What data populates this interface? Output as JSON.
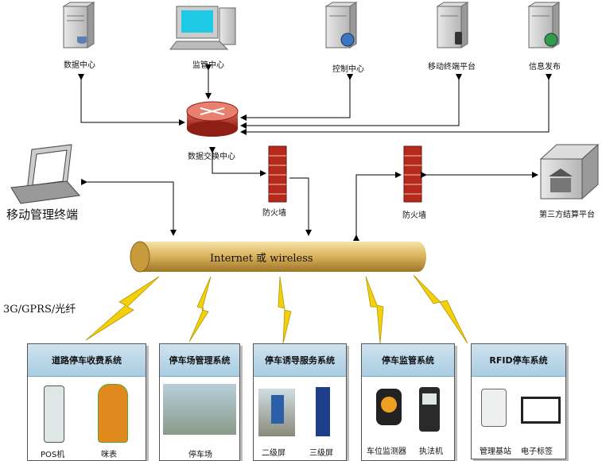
{
  "servers": {
    "data_center": "数据中心",
    "monitor_center": "监管中心",
    "control_center": "控制中心",
    "mobile_platform": "移动终端平台",
    "info_publish": "信息发布"
  },
  "router_label": "数据交换中心",
  "firewall_label": "防火墙",
  "third_party": "第三方结算平台",
  "mobile_terminal": "移动管理终端",
  "bus_label": "Internet 或 wireless",
  "network_label": "3G/GPRS/光纤",
  "systems": [
    {
      "title": "道路停车收费系统",
      "items": [
        "POS机",
        "咪表"
      ]
    },
    {
      "title": "停车场管理系统",
      "items": [
        "停车场"
      ]
    },
    {
      "title": "停车诱导服务系统",
      "items": [
        "二级屏",
        "三级屏"
      ]
    },
    {
      "title": "停车监管系统",
      "items": [
        "车位监测器",
        "执法机"
      ]
    },
    {
      "title": "RFID停车系统",
      "items": [
        "管理基站",
        "电子标签"
      ]
    }
  ],
  "colors": {
    "box_header": "#a9cde2",
    "bus": "#d9b15a",
    "firewall": "#b52a1c",
    "router": "#c0392b"
  }
}
